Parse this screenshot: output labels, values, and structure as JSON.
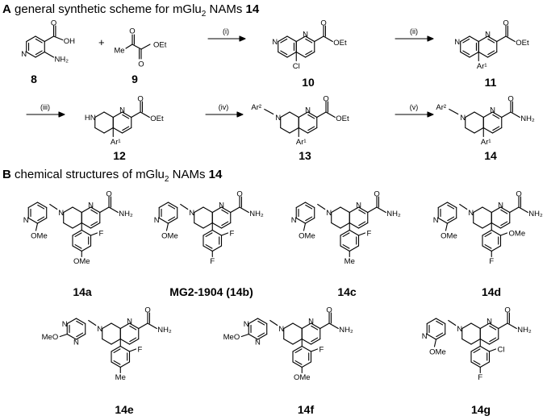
{
  "panelA": {
    "letter": "A",
    "title_pre": " general synthetic scheme for mGlu",
    "title_sub": "2",
    "title_post": " NAMs ",
    "title_num": "14",
    "compounds": [
      "8",
      "9",
      "10",
      "11",
      "12",
      "13",
      "14"
    ],
    "plus": "+",
    "conditions": [
      "(i)",
      "(ii)",
      "(iii)",
      "(iv)",
      "(v)"
    ]
  },
  "panelB": {
    "letter": "B",
    "title_pre": " chemical structures of mGlu",
    "title_sub": "2",
    "title_post": " NAMs ",
    "title_num": "14",
    "compounds": [
      "14a",
      "MG2-1904 (14b)",
      "14c",
      "14d",
      "14e",
      "14f",
      "14g"
    ]
  },
  "atoms": {
    "cooh": "OH",
    "nh2": "NH₂",
    "oet": "OEt",
    "cl": "Cl",
    "ar1": "Ar¹",
    "ar2": "Ar²",
    "me": "Me",
    "ome": "OMe",
    "meo": "MeO",
    "f": "F",
    "o": "O",
    "n": "N",
    "hn": "HN"
  }
}
